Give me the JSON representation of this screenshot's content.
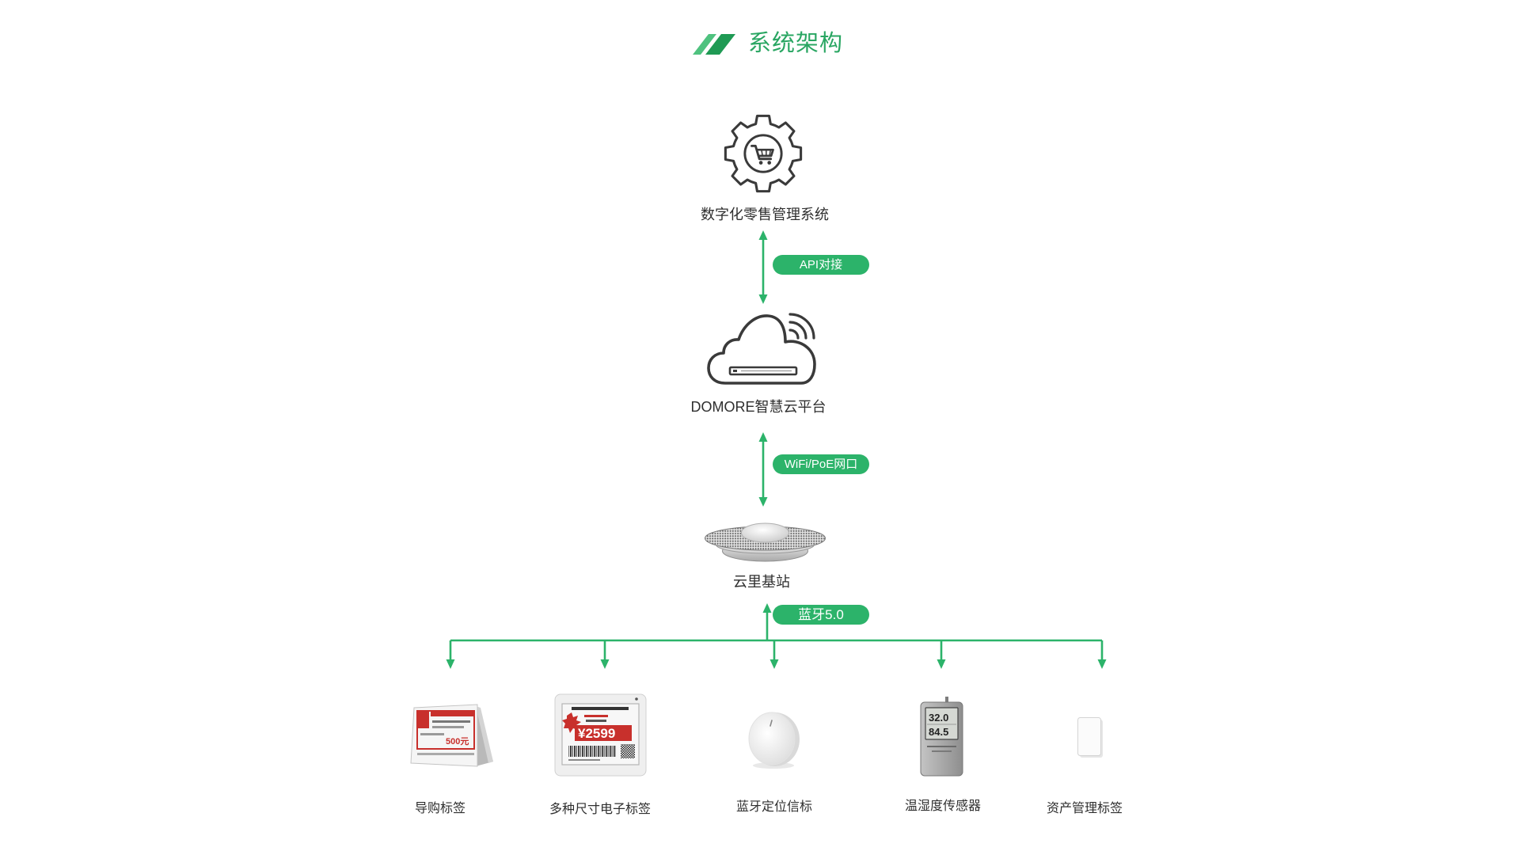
{
  "header": {
    "title": "系统架构",
    "logo_icon": "brand-logo-icon"
  },
  "colors": {
    "accent": "#2cb36a",
    "title": "#29a662",
    "text": "#333333",
    "icon_stroke": "#3a3a3a",
    "price_red": "#c8302c"
  },
  "nodes": {
    "system": {
      "label": "数字化零售管理系统",
      "icon": "gear-cart-icon"
    },
    "cloud": {
      "label": "DOMORE智慧云平台",
      "icon": "cloud-server-icon"
    },
    "gateway": {
      "label": "云里基站",
      "icon": "base-station-icon"
    }
  },
  "links": {
    "system_cloud": "API对接",
    "cloud_gateway": "WiFi/PoE网口",
    "gateway_devices": "蓝牙5.0"
  },
  "devices": [
    {
      "label": "导购标签",
      "icon": "tent-card-label-icon",
      "screen_text": "500元"
    },
    {
      "label": "多种尺寸电子标签",
      "icon": "e-paper-label-icon",
      "screen_text": "¥2599"
    },
    {
      "label": "蓝牙定位信标",
      "icon": "bluetooth-beacon-icon"
    },
    {
      "label": "温湿度传感器",
      "icon": "thermo-hygrometer-icon",
      "readings": [
        "32.0",
        "84.5"
      ]
    },
    {
      "label": "资产管理标签",
      "icon": "asset-tag-icon"
    }
  ]
}
